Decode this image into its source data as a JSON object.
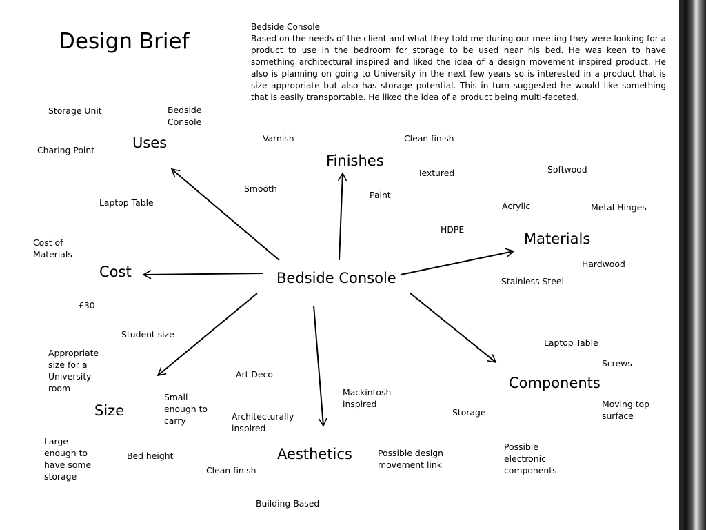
{
  "slide": {
    "title": "Design Brief",
    "brief": {
      "heading": "Bedside Console",
      "body": "Based on the needs of the client and what they told me during our meeting they were looking for a product to use in the bedroom for storage to be used near his bed. He was keen to have something architectural inspired and liked the idea of a design movement inspired product. He also is planning on going to University in the next few years so is interested in a product that is size appropriate but also has storage potential. This in turn suggested he would like something that is easily transportable. He liked the idea of a product being multi-faceted."
    }
  },
  "mindmap": {
    "center": "Bedside Console",
    "uses": {
      "label": "Uses",
      "items": [
        "Storage Unit",
        "Bedside\nConsole",
        "Charing Point",
        "Laptop Table"
      ]
    },
    "finishes": {
      "label": "Finishes",
      "items": [
        "Varnish",
        "Clean finish",
        "Textured",
        "Smooth",
        "Paint"
      ]
    },
    "materials": {
      "label": "Materials",
      "items": [
        "Softwood",
        "Acrylic",
        "Metal Hinges",
        "HDPE",
        "Hardwood",
        "Stainless Steel"
      ]
    },
    "cost": {
      "label": "Cost",
      "items": [
        "Cost of\nMaterials",
        "£30"
      ]
    },
    "size": {
      "label": "Size",
      "items": [
        "Student size",
        "Appropriate\nsize for a\nUniversity\nroom",
        "Small\nenough to\ncarry",
        "Large\nenough to\nhave some\nstorage",
        "Bed height"
      ]
    },
    "aesthetics": {
      "label": "Aesthetics",
      "items": [
        "Art Deco",
        "Mackintosh\ninspired",
        "Architecturally\ninspired",
        "Possible design\nmovement link",
        "Clean finish",
        "Building Based"
      ]
    },
    "components": {
      "label": "Components",
      "items": [
        "Laptop Table",
        "Screws",
        "Moving top\nsurface",
        "Storage",
        "Possible\nelectronic\ncomponents"
      ]
    }
  }
}
